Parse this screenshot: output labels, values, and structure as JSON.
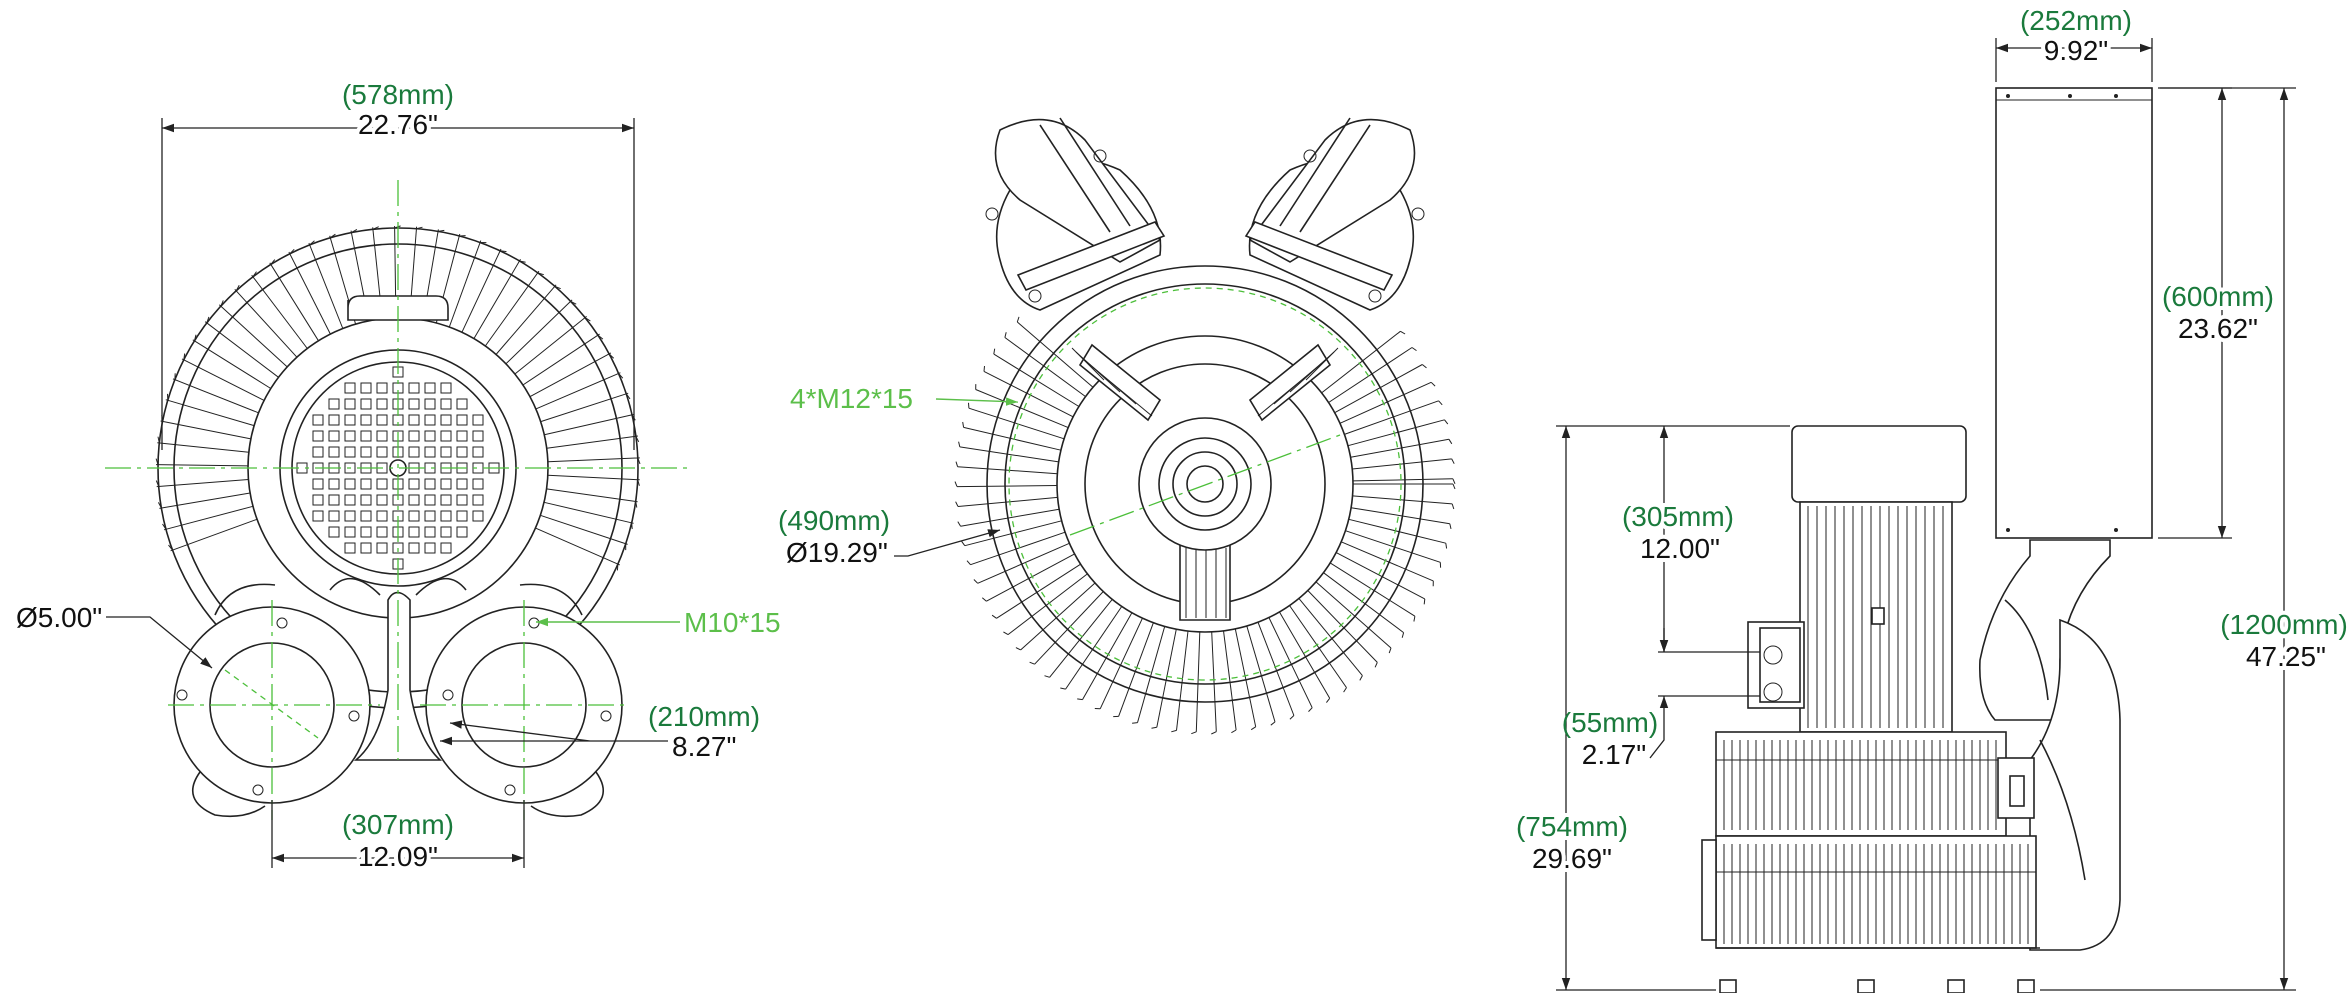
{
  "views": {
    "front": {
      "width_mm": "(578mm)",
      "width_in": "22.76\"",
      "port_dia": "Ø5.00\"",
      "flange_bolt": "M10*15",
      "bolt_circle_mm": "(210mm)",
      "bolt_circle_in": "8.27\"",
      "port_spacing_mm": "(307mm)",
      "port_spacing_in": "12.09\""
    },
    "rear": {
      "mount_bolts": "4*M12*15",
      "bolt_circle_mm": "(490mm)",
      "bolt_circle_in": "Ø19.29\""
    },
    "side": {
      "filter_width_mm": "(252mm)",
      "filter_width_in": "9.92\"",
      "filter_height_mm": "(600mm)",
      "filter_height_in": "23.62\"",
      "motor_top_mm": "(305mm)",
      "motor_top_in": "12.00\"",
      "box_mm": "(55mm)",
      "box_in": "2.17\"",
      "body_height_mm": "(754mm)",
      "body_height_in": "29.69\"",
      "total_height_mm": "(1200mm)",
      "total_height_in": "47.25\""
    }
  },
  "colors": {
    "dimension_text": "#1a7a3c",
    "callout_text": "#5cbf4a",
    "centerline": "#4cbf3a",
    "line": "#222222"
  }
}
